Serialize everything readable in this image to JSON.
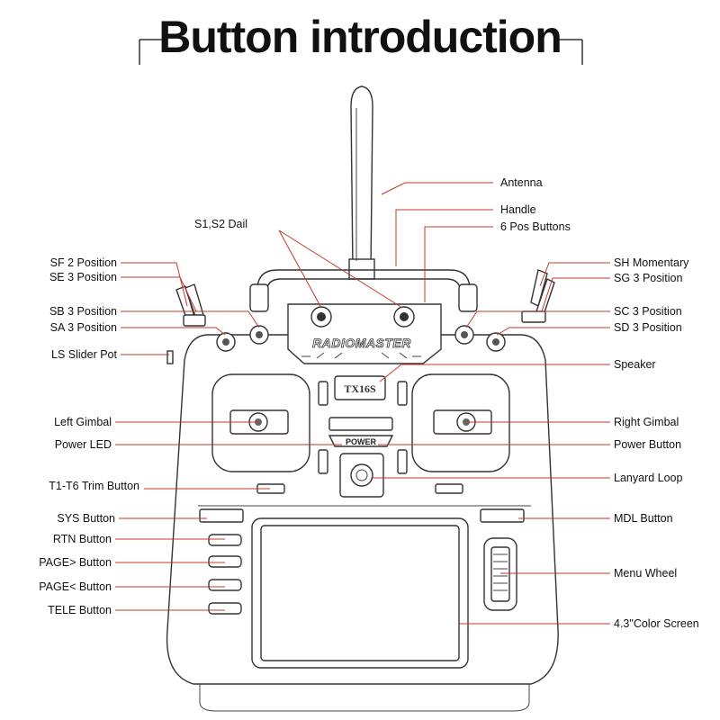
{
  "title": "Button introduction",
  "brand_text": "RADIOMASTER",
  "model_text": "TX16S",
  "power_text": "POWER",
  "colors": {
    "leader_line": "#c0392b",
    "outline": "#333333",
    "text": "#111111"
  },
  "labels": {
    "antenna": "Antenna",
    "handle": "Handle",
    "six_pos_buttons": "6 Pos Buttons",
    "s1_s2_dial": "S1,S2 Dail",
    "sf": "SF 2 Position",
    "se": "SE 3 Position",
    "sb": "SB 3 Position",
    "sa": "SA 3 Position",
    "ls_slider": "LS Slider Pot",
    "sh": "SH Momentary",
    "sg": "SG 3 Position",
    "sc": "SC 3 Position",
    "sd": "SD 3 Position",
    "speaker": "Speaker",
    "left_gimbal": "Left Gimbal",
    "right_gimbal": "Right Gimbal",
    "power_led": "Power LED",
    "power_button": "Power Button",
    "lanyard_loop": "Lanyard Loop",
    "trim_button": "T1-T6 Trim Button",
    "sys_button": "SYS Button",
    "mdl_button": "MDL Button",
    "rtn_button": "RTN Button",
    "page_next": "PAGE> Button",
    "page_prev": "PAGE< Button",
    "tele_button": "TELE Button",
    "menu_wheel": "Menu Wheel",
    "color_screen": "4.3\"Color Screen"
  }
}
